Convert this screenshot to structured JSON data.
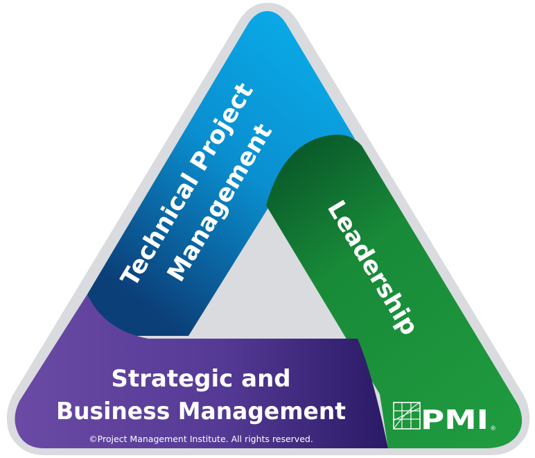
{
  "diagram": {
    "sides": {
      "technical": {
        "line1": "Technical Project",
        "line2": "Management",
        "color_light": "#0aa8e6",
        "color_dark": "#0b3f78"
      },
      "leadership": {
        "label": "Leadership",
        "color_light": "#1f9a3f",
        "color_dark": "#0a5a2a"
      },
      "strategic": {
        "line1": "Strategic and",
        "line2": "Business Management",
        "color_light": "#6a4aa5",
        "color_dark": "#2a1a66"
      }
    },
    "copyright": "©Project Management Institute. All rights reserved.",
    "logo": {
      "text": "PMI",
      "registered": "®"
    },
    "frame_color": "#d9dbdf"
  }
}
